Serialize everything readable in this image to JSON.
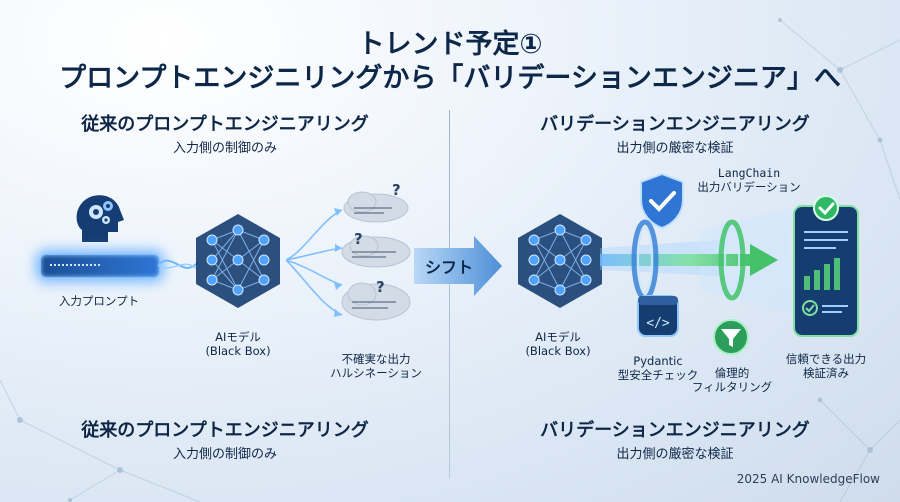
{
  "title_line1": "トレンド予定①",
  "title_line2": "プロンプトエンジニリングから「バリデーションエンジニア」へ",
  "left": {
    "heading": "従来のプロンプトエンジニアリング",
    "subheading": "入力側の制御のみ",
    "input_label": "入力プロンプト",
    "model_label_1": "AIモデル",
    "model_label_2": "(Black Box)",
    "output_label_1": "不確実な出力",
    "output_label_2": "ハルシネーション",
    "bottom_heading": "従来のプロンプトエンジニアリング",
    "bottom_subheading": "入力側の制御のみ"
  },
  "shift_label": "シフト",
  "right": {
    "heading": "バリデーションエンジニアリング",
    "subheading": "出力側の厳密な検証",
    "langchain_label_1": "LangChain",
    "langchain_label_2": "出力バリデーション",
    "model_label_1": "AIモデル",
    "model_label_2": "(Black Box)",
    "pydantic_label_1": "Pydantic",
    "pydantic_label_2": "型安全チェック",
    "ethics_label_1": "倫理的",
    "ethics_label_2": "フィルタリング",
    "result_label_1": "信頼できる出力",
    "result_label_2": "検証済み",
    "bottom_heading": "バリデーションエンジニアリング",
    "bottom_subheading": "出力側の厳密な検証"
  },
  "footer": "2025 AI KnowledgeFlow",
  "colors": {
    "navy": "#0d2748",
    "blue": "#2f76d4",
    "glow": "#56a7ff",
    "green": "#43c26a"
  }
}
